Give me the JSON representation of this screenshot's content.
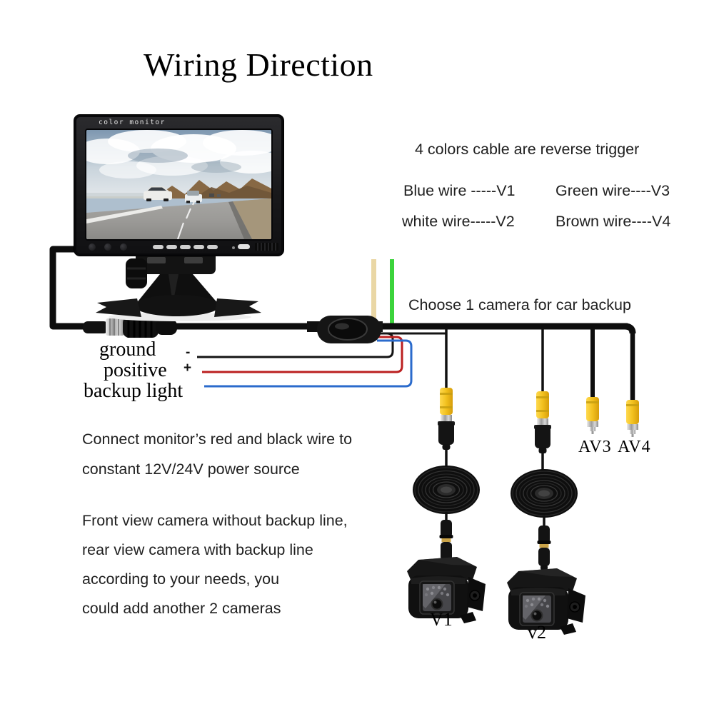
{
  "title": "Wiring Direction",
  "monitor": {
    "brand_label": "color monitor"
  },
  "trigger": {
    "heading": "4 colors cable are reverse trigger",
    "items": [
      {
        "label": "Blue wire -----V1"
      },
      {
        "label": "Green wire----V3"
      },
      {
        "label": "white wire-----V2"
      },
      {
        "label": "Brown wire----V4"
      }
    ]
  },
  "choose_note": "Choose 1 camera for car backup",
  "power_wires": {
    "ground": "ground",
    "positive": "positive",
    "backup": "backup light",
    "minus": "-",
    "plus": "+"
  },
  "notes": {
    "power": [
      "Connect monitor’s red and black wire to",
      "constant 12V/24V power source"
    ],
    "cameras": [
      "Front view camera without backup line,",
      "rear view camera with backup line",
      "according to your needs, you",
      "could add another 2 cameras"
    ]
  },
  "av": {
    "av3": "AV3",
    "av4": "AV4"
  },
  "cameras": {
    "v1": "V1",
    "v2": "v2"
  },
  "colors": {
    "wire_black": "#131313",
    "wire_red": "#bb2020",
    "wire_blue": "#2b6bcc",
    "wire_tan": "#ead7a5",
    "wire_green": "#3cd43c",
    "rca_yellow": "#f2c11e"
  }
}
